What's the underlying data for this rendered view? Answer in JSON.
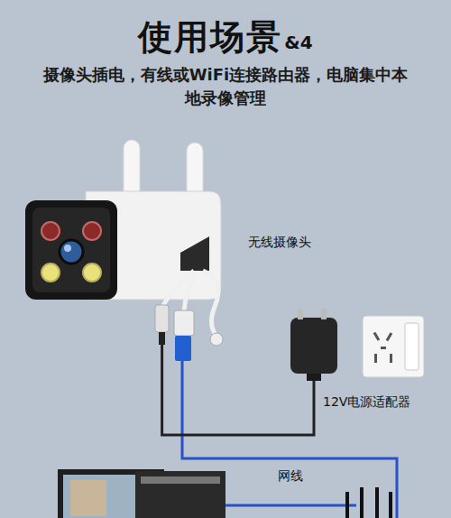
{
  "diagram": {
    "title": "使用场景",
    "nodes": [
      {
        "text": [
          "无线摄像头"
        ]
      },
      {
        "text": [
          "12V电源适配器"
        ]
      }
    ],
    "edges": [
      {
        "from": 0,
        "to": 1,
        "arrow": "none"
      }
    ],
    "labels": [
      "&4",
      "摄像头插电，有线或WiFi连接路由器，电脑集中本地录像管理",
      "网线"
    ]
  }
}
